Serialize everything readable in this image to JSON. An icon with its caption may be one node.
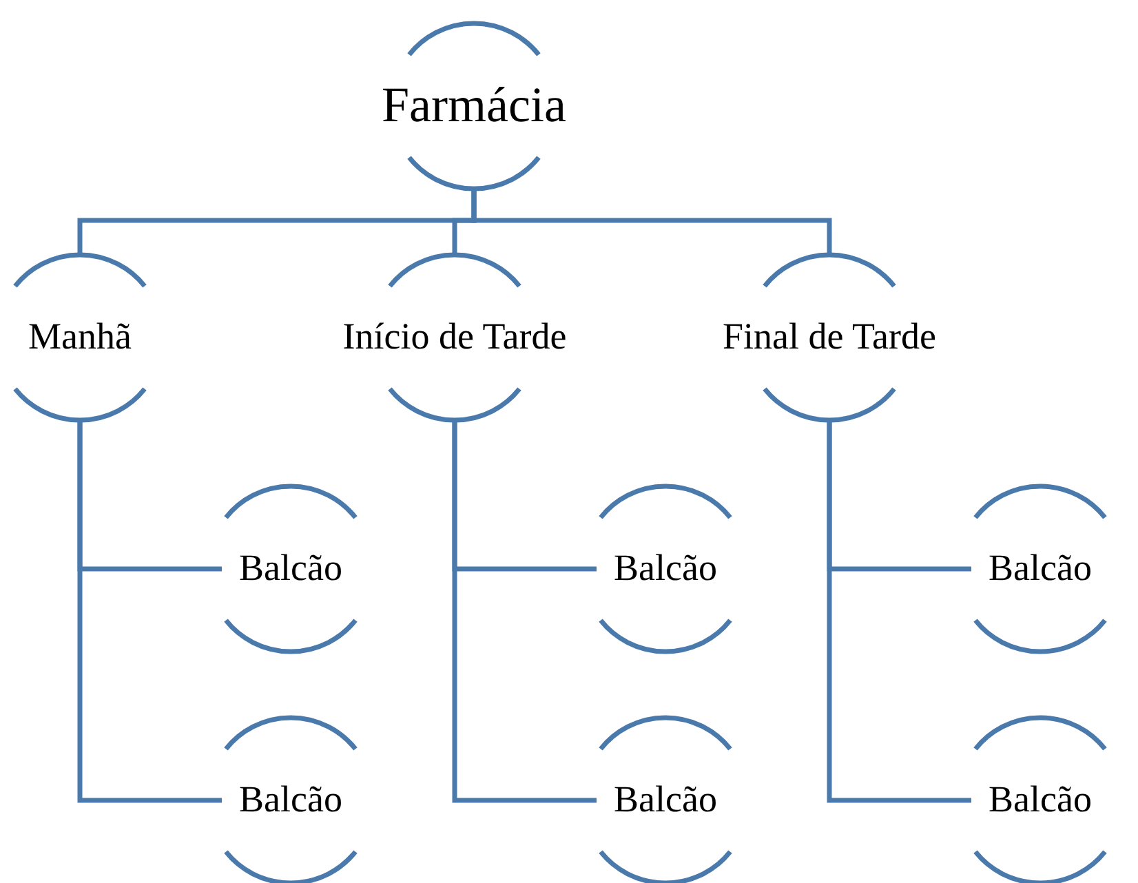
{
  "diagram": {
    "nodes": [
      {
        "text": [
          "Farmácia"
        ]
      },
      {
        "text": [
          "Manhã"
        ]
      },
      {
        "text": [
          "Início de Tarde"
        ]
      },
      {
        "text": [
          "Final de Tarde"
        ]
      },
      {
        "text": [
          "Balcão"
        ]
      },
      {
        "text": [
          "Balcão"
        ]
      },
      {
        "text": [
          "Balcão"
        ]
      },
      {
        "text": [
          "Balcão"
        ]
      },
      {
        "text": [
          "Balcão"
        ]
      },
      {
        "text": [
          "Balcão"
        ]
      }
    ],
    "edges": [
      {
        "from": 0,
        "to": 1,
        "arrow": "none"
      },
      {
        "from": 0,
        "to": 2,
        "arrow": "none"
      },
      {
        "from": 0,
        "to": 3,
        "arrow": "none"
      },
      {
        "from": 1,
        "to": 4,
        "arrow": "none"
      },
      {
        "from": 1,
        "to": 5,
        "arrow": "none"
      },
      {
        "from": 2,
        "to": 6,
        "arrow": "none"
      },
      {
        "from": 2,
        "to": 7,
        "arrow": "none"
      },
      {
        "from": 3,
        "to": 8,
        "arrow": "none"
      },
      {
        "from": 3,
        "to": 9,
        "arrow": "none"
      }
    ]
  }
}
